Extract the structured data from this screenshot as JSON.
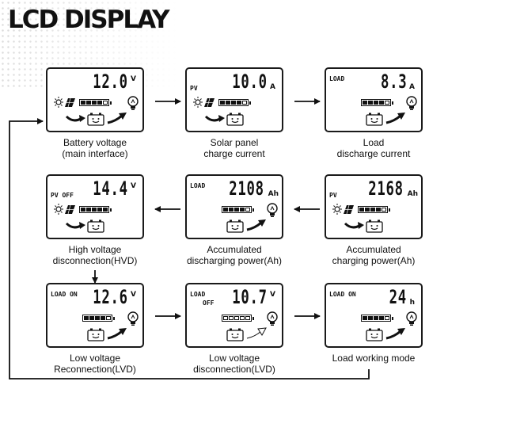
{
  "title": "LCD DISPLAY",
  "screens": [
    {
      "id": "battery-voltage",
      "value": "12.0",
      "unit": "V",
      "tag": "",
      "tag2": "",
      "has_pv": true,
      "has_load": true,
      "load_active": true,
      "battery_level": 4,
      "caption": [
        "Battery voltage",
        "(main interface)"
      ]
    },
    {
      "id": "solar-panel",
      "value": "10.0",
      "unit": "A",
      "tag": "PV",
      "tag2": "",
      "has_pv": true,
      "has_load": false,
      "load_active": false,
      "battery_level": 4,
      "caption": [
        "Solar panel",
        "charge current"
      ]
    },
    {
      "id": "load-discharge",
      "value": "8.3",
      "unit": "A",
      "tag": "LOAD",
      "tag2": "",
      "has_pv": false,
      "has_load": true,
      "load_active": true,
      "battery_level": 4,
      "caption": [
        "Load",
        "discharge current"
      ]
    },
    {
      "id": "hvd",
      "value": "14.4",
      "unit": "V",
      "tag": "PV OFF",
      "tag2": "",
      "has_pv": true,
      "has_load": false,
      "load_active": false,
      "battery_level": 5,
      "caption": [
        "High voltage",
        "disconnection(HVD)"
      ]
    },
    {
      "id": "accum-discharge",
      "value": "2108",
      "unit": "Ah",
      "tag": "LOAD",
      "tag2": "",
      "has_pv": false,
      "has_load": true,
      "load_active": true,
      "battery_level": 4,
      "caption": [
        "Accumulated",
        "discharging power(Ah)"
      ]
    },
    {
      "id": "accum-charge",
      "value": "2168",
      "unit": "Ah",
      "tag": "PV",
      "tag2": "",
      "has_pv": true,
      "has_load": false,
      "load_active": false,
      "battery_level": 4,
      "caption": [
        "Accumulated",
        "charging power(Ah)"
      ]
    },
    {
      "id": "lvr",
      "value": "12.6",
      "unit": "V",
      "tag": "LOAD ON",
      "tag2": "",
      "has_pv": false,
      "has_load": true,
      "load_active": true,
      "battery_level": 4,
      "caption": [
        "Low voltage",
        "Reconnection(LVD)"
      ]
    },
    {
      "id": "lvd",
      "value": "10.7",
      "unit": "V",
      "tag": "LOAD",
      "tag2": "OFF",
      "has_pv": false,
      "has_load": true,
      "load_active": false,
      "battery_level": 0,
      "caption": [
        "Low voltage",
        "disconnection(LVD)"
      ]
    },
    {
      "id": "load-working-mode",
      "value": "24",
      "unit": "h",
      "tag": "LOAD ON",
      "tag2": "",
      "has_pv": false,
      "has_load": true,
      "load_active": true,
      "battery_level": 4,
      "caption": [
        "Load working mode"
      ]
    }
  ]
}
